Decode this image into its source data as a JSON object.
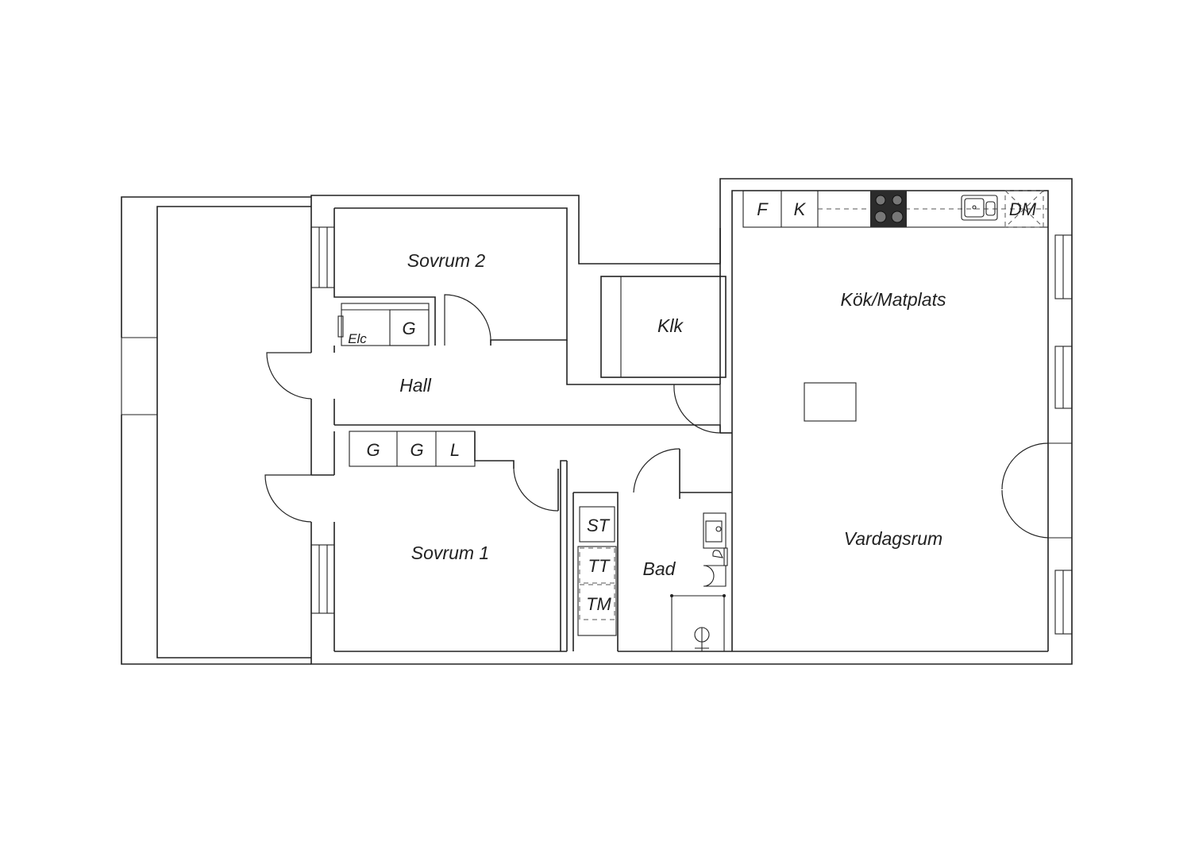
{
  "rooms": {
    "sovrum2": "Sovrum 2",
    "klk": "Klk",
    "kok": "Kök/Matplats",
    "hall": "Hall",
    "elc": "Elc",
    "sovrum1": "Sovrum 1",
    "bad": "Bad",
    "vardagsrum": "Vardagsrum"
  },
  "fixtures": {
    "closet_hall_top": "G",
    "closet_hall_1": "G",
    "closet_hall_2": "G",
    "linen": "L",
    "fridge": "F",
    "freezer": "K",
    "dishwasher": "DM",
    "drying_cabinet": "ST",
    "tumble_dryer": "TT",
    "washer": "TM"
  }
}
